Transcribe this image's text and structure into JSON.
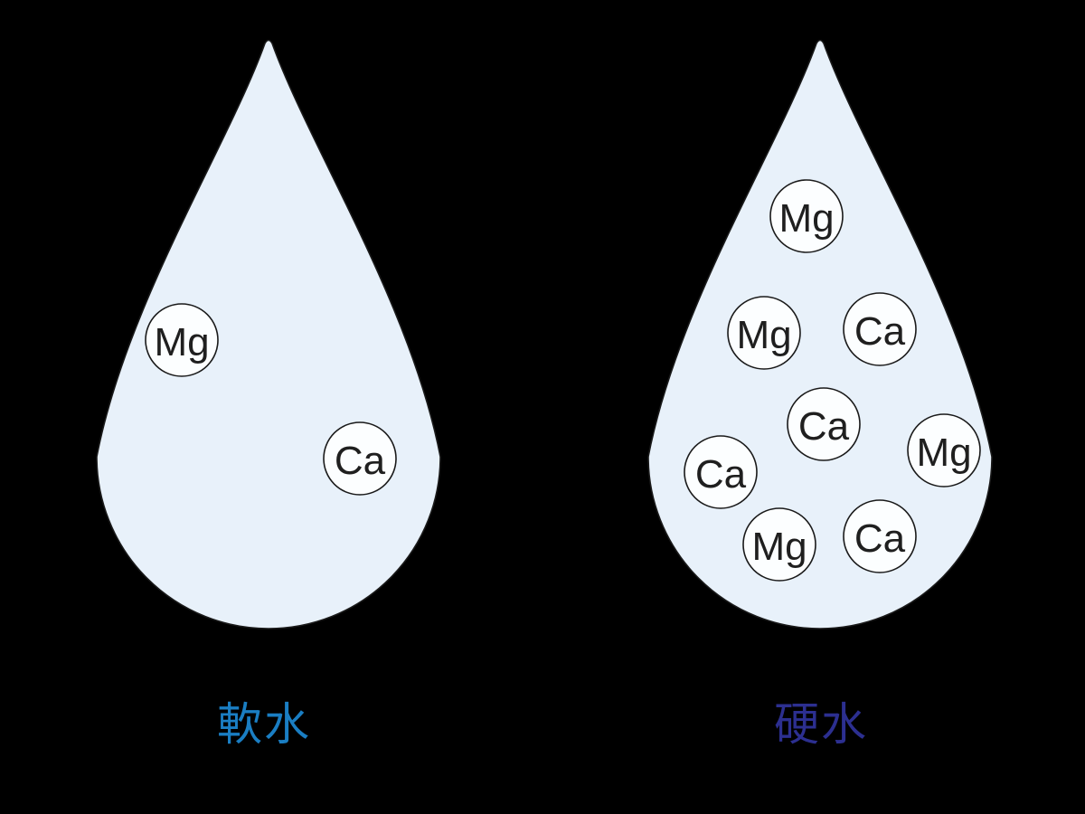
{
  "colors": {
    "background": "#000000",
    "drop_fill": "#E8F1FA",
    "drop_outline": "#1A1A1A",
    "ion_fill": "#FCFEFF",
    "ion_outline": "#1A1A1A",
    "ion_text": "#1F1F1F",
    "soft_label": "#1A7EC3",
    "hard_label": "#2C2F90"
  },
  "drops": [
    {
      "name": "soft-water",
      "label": "軟水",
      "ion_count": 2,
      "ions": [
        {
          "symbol": "Mg"
        },
        {
          "symbol": "Ca"
        }
      ]
    },
    {
      "name": "hard-water",
      "label": "硬水",
      "ion_count": 8,
      "ions": [
        {
          "symbol": "Mg"
        },
        {
          "symbol": "Mg"
        },
        {
          "symbol": "Ca"
        },
        {
          "symbol": "Ca"
        },
        {
          "symbol": "Ca"
        },
        {
          "symbol": "Mg"
        },
        {
          "symbol": "Mg"
        },
        {
          "symbol": "Ca"
        }
      ]
    }
  ]
}
